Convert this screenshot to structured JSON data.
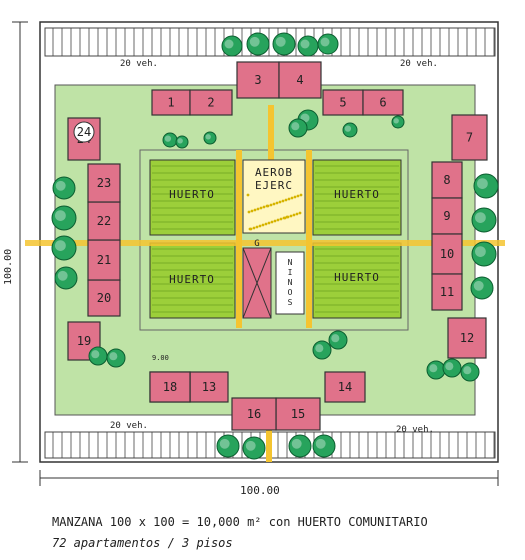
{
  "plan": {
    "dimension_bottom": "100.00",
    "dimension_side": "100.00",
    "parking": [
      "20 veh.",
      "20 veh.",
      "20 veh.",
      "20 veh."
    ],
    "gardens": [
      "HUERTO",
      "HUERTO",
      "HUERTO",
      "HUERTO"
    ],
    "center_top": [
      "AEROB",
      "EJERC"
    ],
    "center_small": [
      "G",
      "N",
      "I",
      "N",
      "O",
      "S"
    ],
    "blocks": [
      "1",
      "2",
      "3",
      "4",
      "5",
      "6",
      "7",
      "8",
      "9",
      "10",
      "11",
      "12",
      "13",
      "14",
      "15",
      "16",
      "17",
      "18",
      "19",
      "20",
      "21",
      "22",
      "23",
      "24"
    ],
    "level_mark": "9.00"
  },
  "caption": {
    "line1": "MANZANA  100 x 100 = 10,000 m² con HUERTO COMUNITARIO",
    "line2": "72 apartamentos / 3 pisos"
  },
  "colors": {
    "building": "#e0728a",
    "lawn": "#bfe3a6",
    "garden": "#9ccf3a",
    "path": "#f4c430",
    "tree": "#27a35c"
  }
}
